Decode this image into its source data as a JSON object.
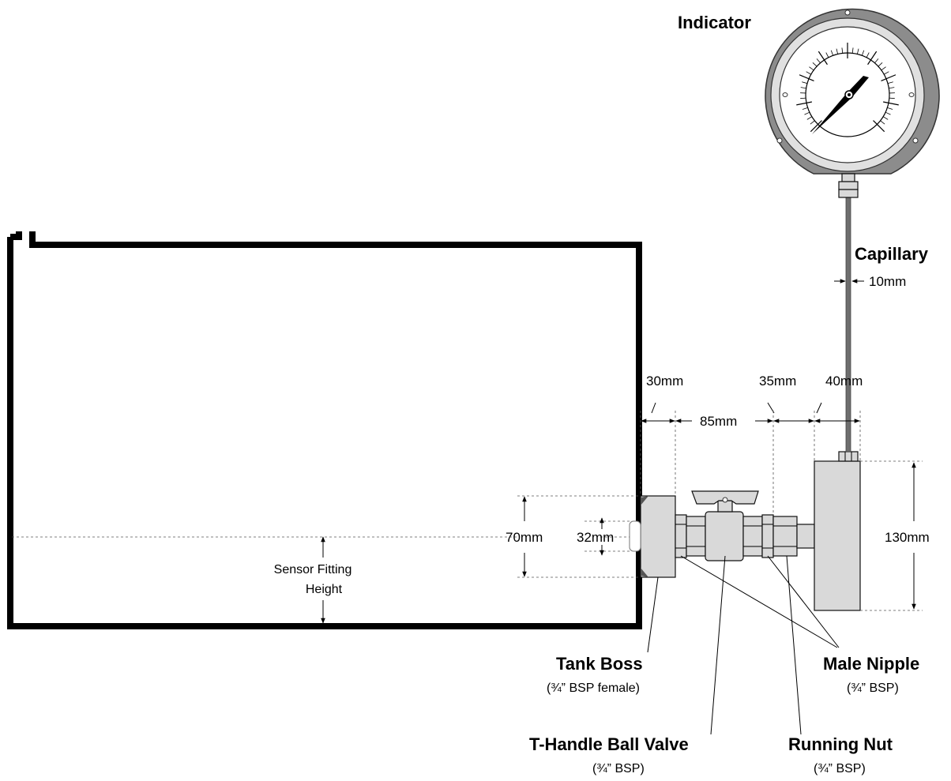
{
  "labels": {
    "indicator": "Indicator",
    "capillary": "Capillary",
    "tank_boss": "Tank Boss",
    "tank_boss_sub": "(¾” BSP female)",
    "ball_valve": "T-Handle Ball Valve",
    "ball_valve_sub": "(¾” BSP)",
    "running_nut": "Running Nut",
    "running_nut_sub": "(¾” BSP)",
    "male_nipple": "Male Nipple",
    "male_nipple_sub": "(¾” BSP)",
    "sensor_height_1": "Sensor Fitting",
    "sensor_height_2": "Height"
  },
  "dimensions": {
    "capillary_width": "10mm",
    "boss_length": "30mm",
    "valve_length": "85mm",
    "nipple_length": "35mm",
    "sensor_width": "40mm",
    "boss_height": "70mm",
    "bore_height": "32mm",
    "sensor_height": "130mm"
  },
  "colors": {
    "part_fill": "#d9d9d9",
    "gauge_ring": "#8c8c8c",
    "capillary": "#6e6e6e"
  }
}
